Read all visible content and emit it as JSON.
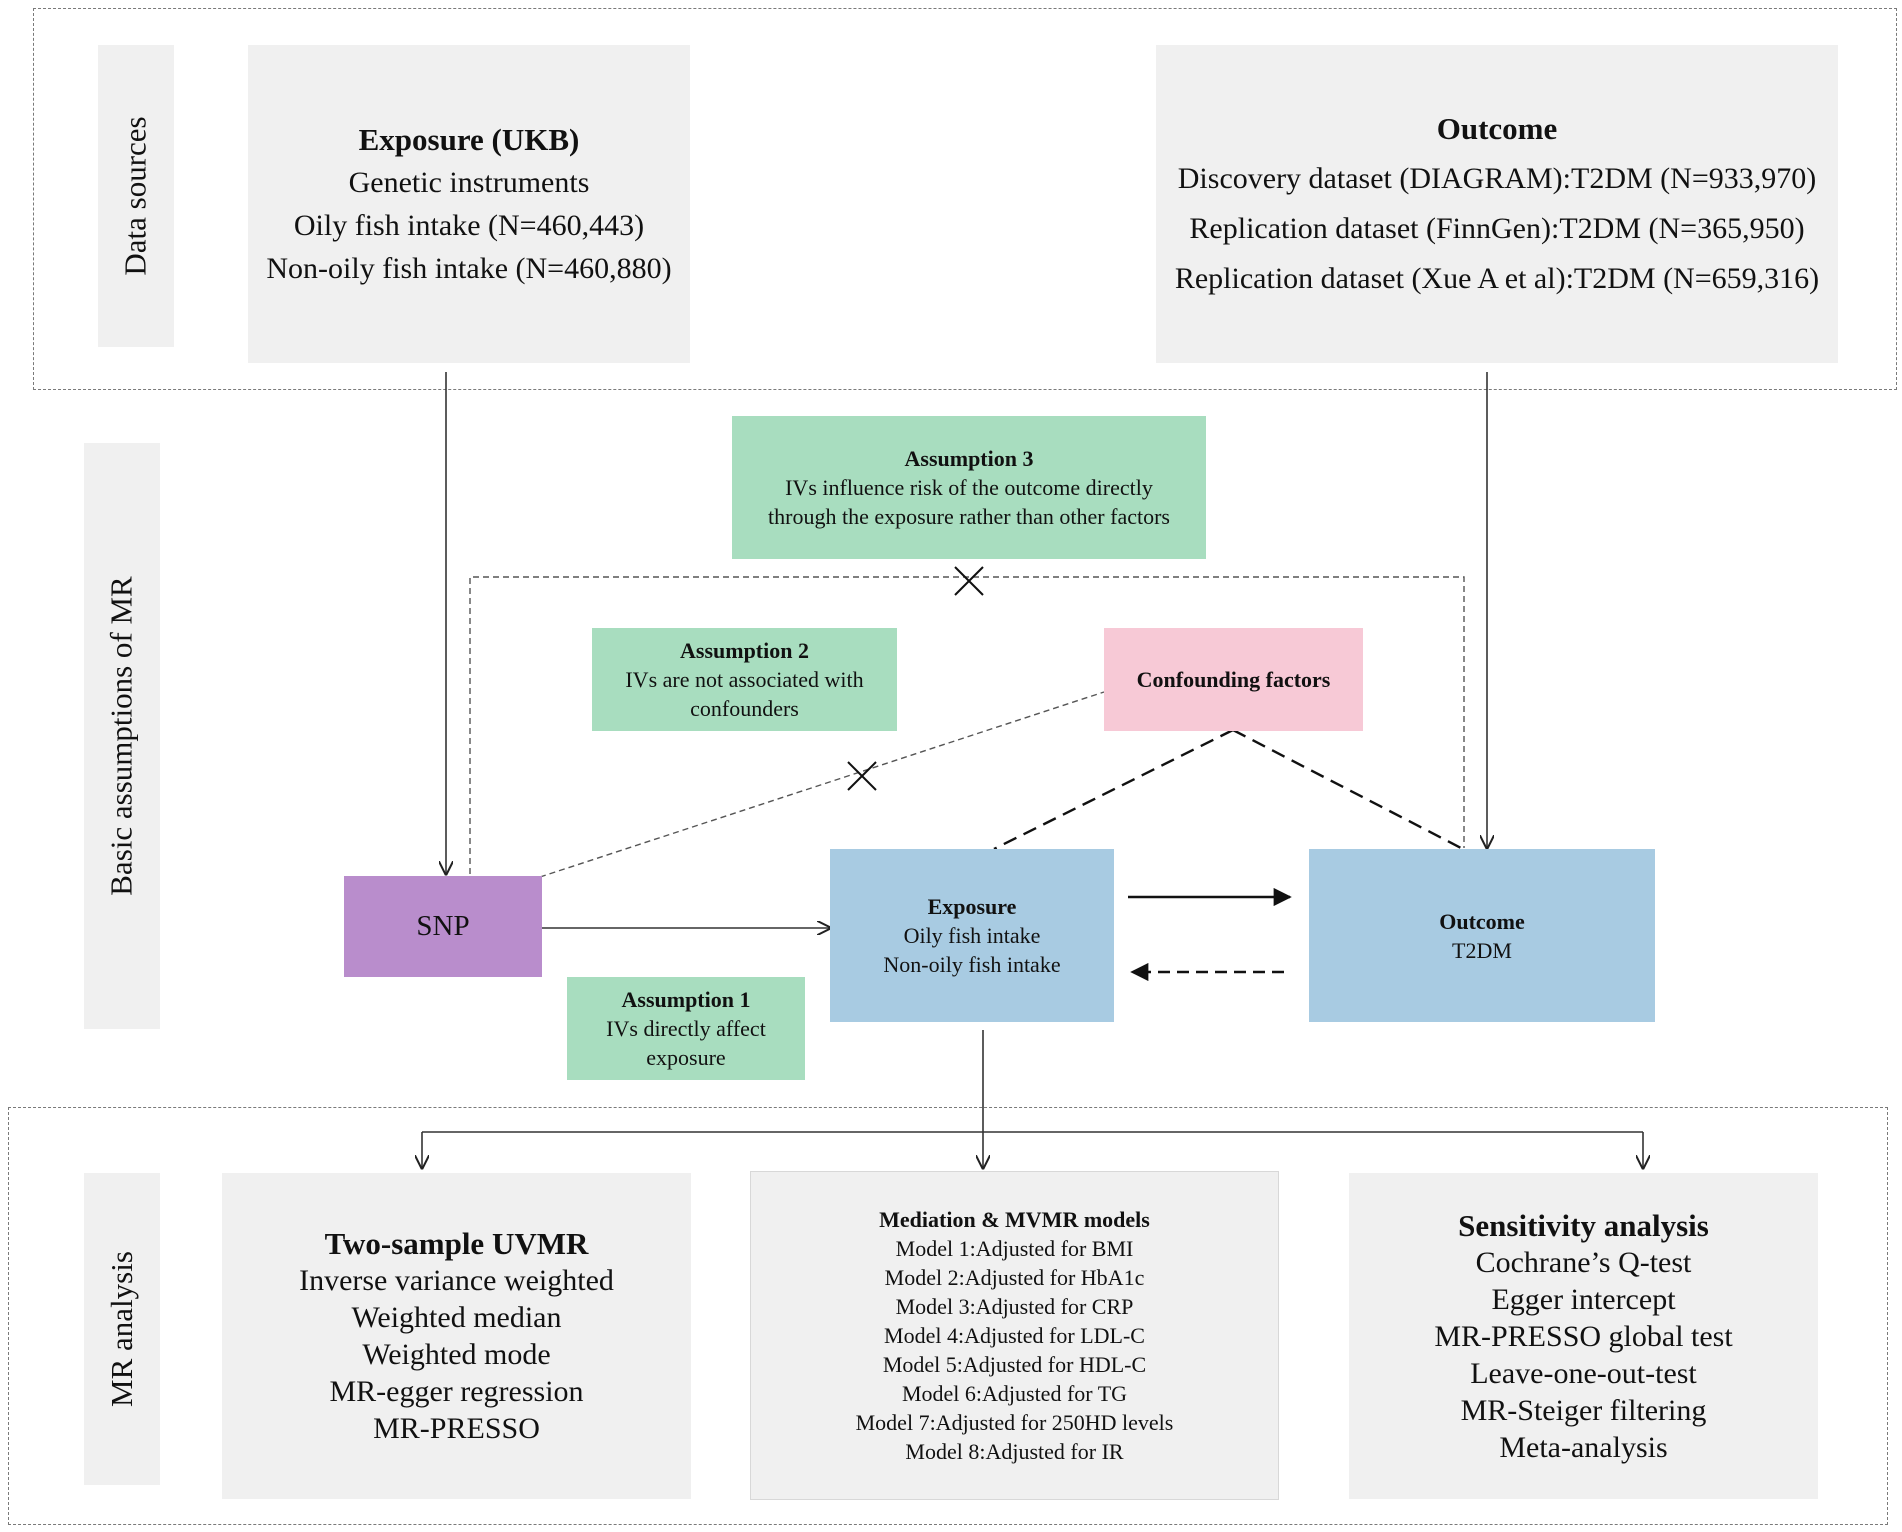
{
  "sections": {
    "data_sources": "Data sources",
    "assumptions": "Basic assumptions of  MR",
    "analysis": "MR analysis"
  },
  "exposure_source": {
    "title": "Exposure (UKB)",
    "lines": [
      "Genetic instruments",
      "Oily fish intake (N=460,443)",
      "Non-oily fish intake (N=460,880)"
    ]
  },
  "outcome_source": {
    "title": "Outcome",
    "lines": [
      "Discovery dataset (DIAGRAM):T2DM (N=933,970)",
      "Replication dataset (FinnGen):T2DM (N=365,950)",
      "Replication dataset (Xue A et al):T2DM (N=659,316)"
    ]
  },
  "assumption3": {
    "title": "Assumption 3",
    "lines": [
      "IVs influence risk of the outcome directly",
      "through the exposure  rather than other factors"
    ]
  },
  "assumption2": {
    "title": "Assumption 2",
    "lines": [
      "IVs are not associated with",
      "confounders"
    ]
  },
  "assumption1": {
    "title": "Assumption 1",
    "lines": [
      "IVs directly affect",
      "exposure"
    ]
  },
  "confounding": {
    "label": "Confounding factors"
  },
  "snp": {
    "label": "SNP"
  },
  "exposure_node": {
    "title": "Exposure",
    "lines": [
      "Oily fish intake",
      "Non-oily fish intake"
    ]
  },
  "outcome_node": {
    "title": "Outcome",
    "lines": [
      "T2DM"
    ]
  },
  "uvmr": {
    "title": "Two-sample UVMR",
    "lines": [
      "Inverse variance weighted",
      "Weighted median",
      "Weighted mode",
      "MR-egger regression",
      "MR-PRESSO"
    ]
  },
  "mediation": {
    "title": "Mediation & MVMR models",
    "lines": [
      "Model 1:Adjusted for BMI",
      "Model 2:Adjusted for HbA1c",
      "Model 3:Adjusted for CRP",
      "Model 4:Adjusted for LDL-C",
      "Model 5:Adjusted for HDL-C",
      "Model 6:Adjusted for TG",
      "Model 7:Adjusted for 250HD levels",
      "Model 8:Adjusted for IR"
    ]
  },
  "sensitivity": {
    "title": "Sensitivity analysis",
    "lines": [
      "Cochrane’s Q-test",
      "Egger intercept",
      "MR-PRESSO global test",
      "Leave-one-out-test",
      "MR-Steiger filtering",
      "Meta-analysis"
    ]
  },
  "colors": {
    "gray": "#f0f0f0",
    "green": "#a8ddbf",
    "pink": "#f7c9d6",
    "blue": "#a8cbe2",
    "purple": "#b98dcc"
  }
}
